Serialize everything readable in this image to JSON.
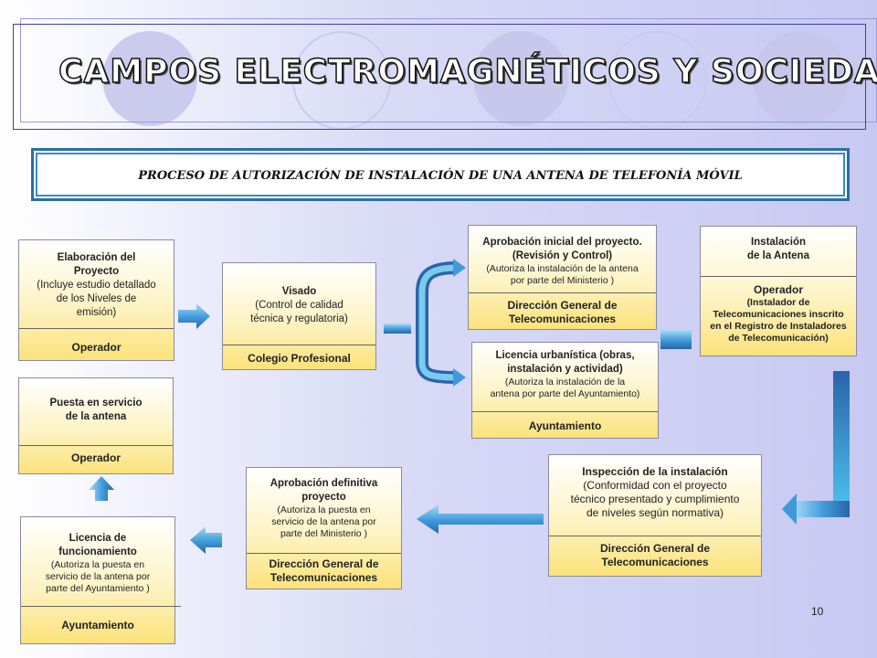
{
  "title": "Campos Electromagnéticos y Sociedad",
  "subtitle": "PROCESO DE AUTORIZACIÓN DE INSTALACIÓN DE UNA ANTENA DE TELEFONÍA MÓVIL",
  "page_number": "10",
  "boxes": {
    "elaboracion": {
      "lines": [
        "Elaboración del",
        "Proyecto",
        "(Incluye estudio detallado",
        "de los Niveles de",
        "emisión)"
      ],
      "actor": "Operador"
    },
    "visado": {
      "lines": [
        "Visado",
        "(Control de calidad",
        "técnica y regulatoria)"
      ],
      "actor": "Colegio Profesional"
    },
    "aprobacion_inicial": {
      "lines": [
        "Aprobación inicial del proyecto.",
        "(Revisión y Control)",
        "(Autoriza la  instalación de la antena",
        "por parte del Ministerio )"
      ],
      "actor": [
        "Dirección General de",
        "Telecomunicaciones"
      ]
    },
    "licencia_urbanistica": {
      "lines": [
        "Licencia urbanística (obras,",
        "instalación y actividad)",
        "(Autoriza la instalación de la",
        "antena por parte del Ayuntamiento)"
      ],
      "actor": "Ayuntamiento"
    },
    "instalacion": {
      "lines": [
        "Instalación",
        "de la Antena"
      ],
      "actor": [
        "Operador",
        "(Instalador de",
        "Telecomunicaciones inscrito",
        "en el Registro de Instaladores",
        "de Telecomunicación)"
      ]
    },
    "inspeccion": {
      "lines": [
        "Inspección de la instalación",
        "(Conformidad con el proyecto",
        "técnico presentado y cumplimiento",
        "de niveles según normativa)"
      ],
      "actor": [
        "Dirección General de",
        "Telecomunicaciones"
      ]
    },
    "aprobacion_definitiva": {
      "lines": [
        "Aprobación definitiva",
        "proyecto",
        "(Autoriza la  puesta en",
        "servicio de la antena por",
        "parte del Ministerio )"
      ],
      "actor": [
        "Dirección General de",
        "Telecomunicaciones"
      ]
    },
    "licencia_funcionamiento": {
      "lines": [
        "Licencia de",
        "funcionamiento",
        "(Autoriza la  puesta en",
        "servicio de la antena por",
        "parte del Ayuntamiento )"
      ],
      "actor": "Ayuntamiento"
    },
    "puesta_servicio": {
      "lines": [
        "Puesta en servicio",
        "de la antena"
      ],
      "actor": "Operador"
    }
  }
}
